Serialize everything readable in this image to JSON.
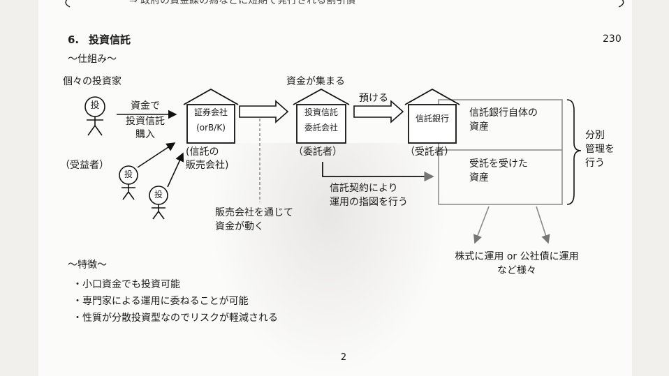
{
  "header_clip": "⇒ 政府の資金繰の為などに短期で発行される割引債",
  "section": {
    "number": "6.",
    "title": "投資信託",
    "page_ref": "230",
    "subtitle": "～仕組み～"
  },
  "diagram": {
    "investors_label": "個々の投資家",
    "beneficiary_label": "（受益者）",
    "investor_glyph": "投",
    "purchase_label": [
      "資金で",
      "投資信託",
      "購入"
    ],
    "securities": {
      "house_lines": [
        "証券会社",
        "(orB/K)"
      ],
      "caption": [
        "(信託の",
        "販売会社)"
      ]
    },
    "funds_gather_label": "資金が集まる",
    "management": {
      "house_lines": [
        "投資信託",
        "委託会社"
      ],
      "caption": "（委託者）"
    },
    "deposit_label": "預ける",
    "trustee": {
      "house_lines": [
        "信託銀行"
      ],
      "caption": "（受託者）"
    },
    "trust_bank_assets": [
      "信託銀行自体の",
      "資産"
    ],
    "entrusted_assets": [
      "受託を受けた",
      "資産"
    ],
    "segregated_label": [
      "分別",
      "管理を",
      "行う"
    ],
    "contract_label": [
      "信託契約により",
      "運用の指図を行う"
    ],
    "sales_flow_label": [
      "販売会社を通じて",
      "資金が動く"
    ],
    "invest_label": [
      "株式に運用 or 公社債に運用",
      "など様々"
    ]
  },
  "features": {
    "title": "～特徴～",
    "items": [
      "小口資金でも投資可能",
      "専門家による運用に委ねることが可能",
      "性質が分散投資型なのでリスクが軽減される"
    ]
  },
  "page_number": "2"
}
